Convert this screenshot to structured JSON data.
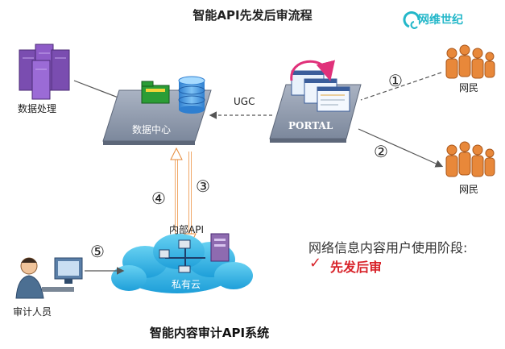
{
  "title": "智能API先发后审流程",
  "logo": {
    "text": "网维世纪",
    "icon": "swirl-logo-icon",
    "color": "#23b7c9"
  },
  "nodes": {
    "data_processing": "数据处理",
    "data_center": "数据中心",
    "portal": "PORTAL",
    "netizen_top": "网民",
    "netizen_bottom": "网民",
    "internal_api": "内部API",
    "private_cloud": "私有云",
    "auditor": "审计人员"
  },
  "edges": {
    "ugc": "UGC",
    "step1": "①",
    "step2": "②",
    "step3": "③",
    "step4": "④",
    "step5": "⑤"
  },
  "phase": {
    "label": "网络信息内容用户使用阶段:",
    "check": "✓",
    "value": "先发后审",
    "accent": "#d8232a"
  },
  "system_name": "智能内容审计API系统"
}
